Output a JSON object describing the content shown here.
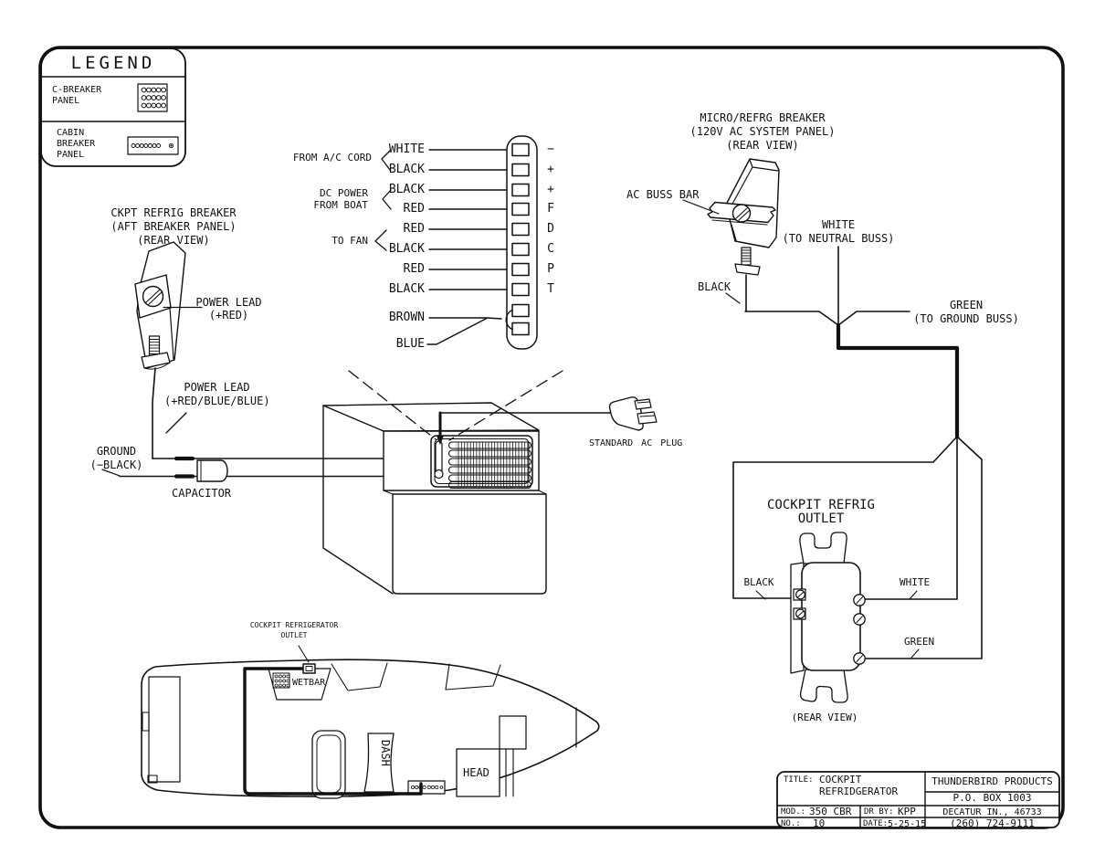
{
  "colors": {
    "ink": "#111111",
    "paper": "#ffffff"
  },
  "legend": {
    "title": "LEGEND",
    "items": [
      {
        "label": "C-BREAKER\nPANEL",
        "icon": "c-breaker-panel-icon"
      },
      {
        "label": "CABIN\nBREAKER\nPANEL",
        "icon": "cabin-breaker-panel-icon"
      }
    ]
  },
  "terminal_strip": {
    "groups": [
      {
        "label": "FROM A/C CORD"
      },
      {
        "label": "DC POWER\nFROM BOAT"
      },
      {
        "label": "TO FAN"
      }
    ],
    "wires": [
      "WHITE",
      "BLACK",
      "BLACK",
      "RED",
      "RED",
      "BLACK",
      "RED",
      "BLACK",
      "BROWN",
      "BLUE"
    ],
    "terminals": [
      "−",
      "+",
      "+",
      "F",
      "D",
      "C",
      "P",
      "T"
    ]
  },
  "ckpt_breaker": {
    "title": "CKPT REFRIG BREAKER\n(AFT BREAKER PANEL)\n(REAR VIEW)",
    "power_lead_1": "POWER LEAD\n(+RED)",
    "power_lead_2": "POWER LEAD\n(+RED/BLUE/BLUE)",
    "ground": "GROUND\n(−BLACK)",
    "capacitor": "CAPACITOR"
  },
  "micro_breaker": {
    "title": "MICRO/REFRG BREAKER\n(120V AC SYSTEM PANEL)\n(REAR VIEW)",
    "ac_buss_bar": "AC BUSS BAR",
    "black": "BLACK",
    "white": "WHITE\n(TO NEUTRAL BUSS)",
    "green": "GREEN\n(TO GROUND BUSS)"
  },
  "ac_plug": {
    "label": "STANDARD AC PLUG"
  },
  "outlet": {
    "title": "COCKPIT REFRIG\nOUTLET",
    "black": "BLACK",
    "white": "WHITE",
    "green": "GREEN",
    "rear_view": "(REAR VIEW)"
  },
  "boat": {
    "outlet_label": "COCKPIT REFRIGERATOR\nOUTLET",
    "wetbar": "WETBAR",
    "dash": "DASH",
    "head": "HEAD"
  },
  "title_block": {
    "title_label": "TITLE:",
    "title_value": "COCKPIT\nREFRIDGERATOR",
    "company": "THUNDERBIRD PRODUCTS",
    "po_box": "P.O. BOX 1003",
    "mod_label": "MOD.:",
    "mod_value": "350 CBR",
    "drby_label": "DR BY:",
    "drby_value": "KPP",
    "no_label": "NO.:",
    "no_value": "10",
    "date_label": "DATE:",
    "date_value": "5-25-15",
    "address": "DECATUR IN., 46733",
    "phone": "(260) 724-9111"
  }
}
